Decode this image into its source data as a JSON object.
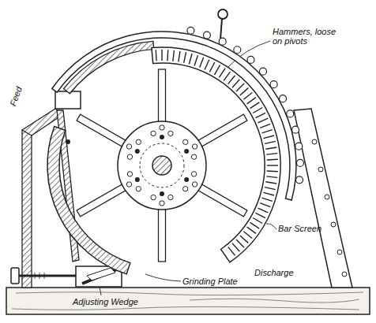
{
  "diagram": {
    "labels": [
      "Feed",
      "Hammers, loose on pivots",
      "Bar Screen",
      "Grinding Plate",
      "Adjusting Wedge",
      "Discharge"
    ]
  }
}
